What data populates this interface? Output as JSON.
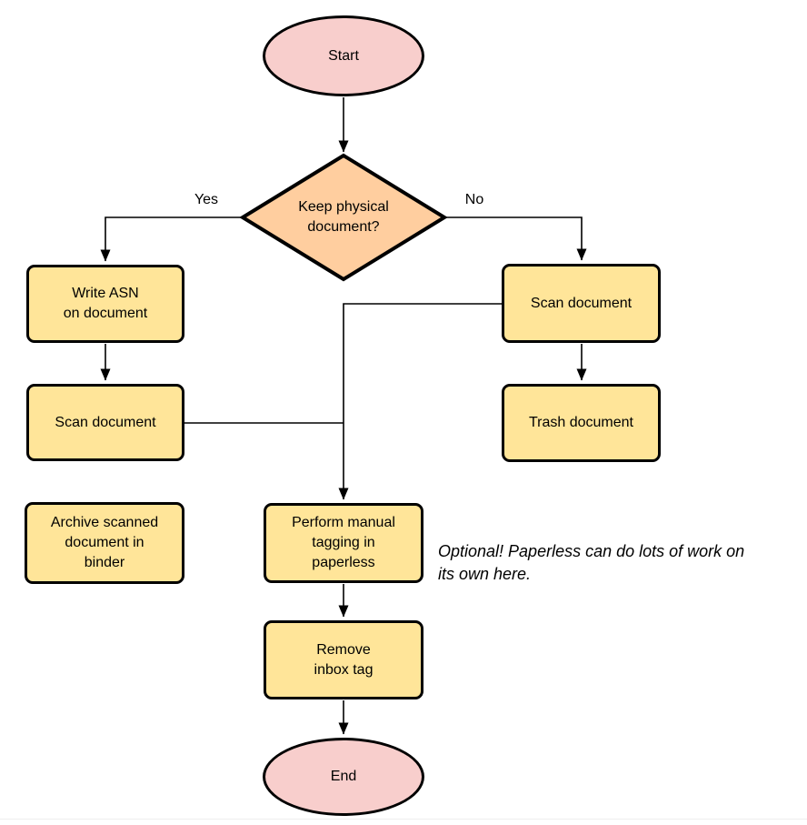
{
  "palette": {
    "terminal_fill": "#f8cecc",
    "decision_fill": "#ffce9f",
    "process_fill": "#ffe599",
    "stroke": "#000000"
  },
  "nodes": {
    "start": {
      "label": "Start"
    },
    "decision": {
      "label": "Keep physical\ndocument?"
    },
    "write_asn": {
      "label": "Write ASN\non document"
    },
    "scan_left": {
      "label": "Scan document"
    },
    "archive": {
      "label": "Archive scanned\ndocument in\nbinder"
    },
    "scan_right": {
      "label": "Scan document"
    },
    "trash": {
      "label": "Trash document"
    },
    "tagging": {
      "label": "Perform manual\ntagging in\npaperless"
    },
    "remove_inbox": {
      "label": "Remove\ninbox tag"
    },
    "end": {
      "label": "End"
    }
  },
  "edge_labels": {
    "yes": "Yes",
    "no": "No"
  },
  "note": {
    "text": "Optional! Paperless can do lots of work on\nits own here."
  }
}
